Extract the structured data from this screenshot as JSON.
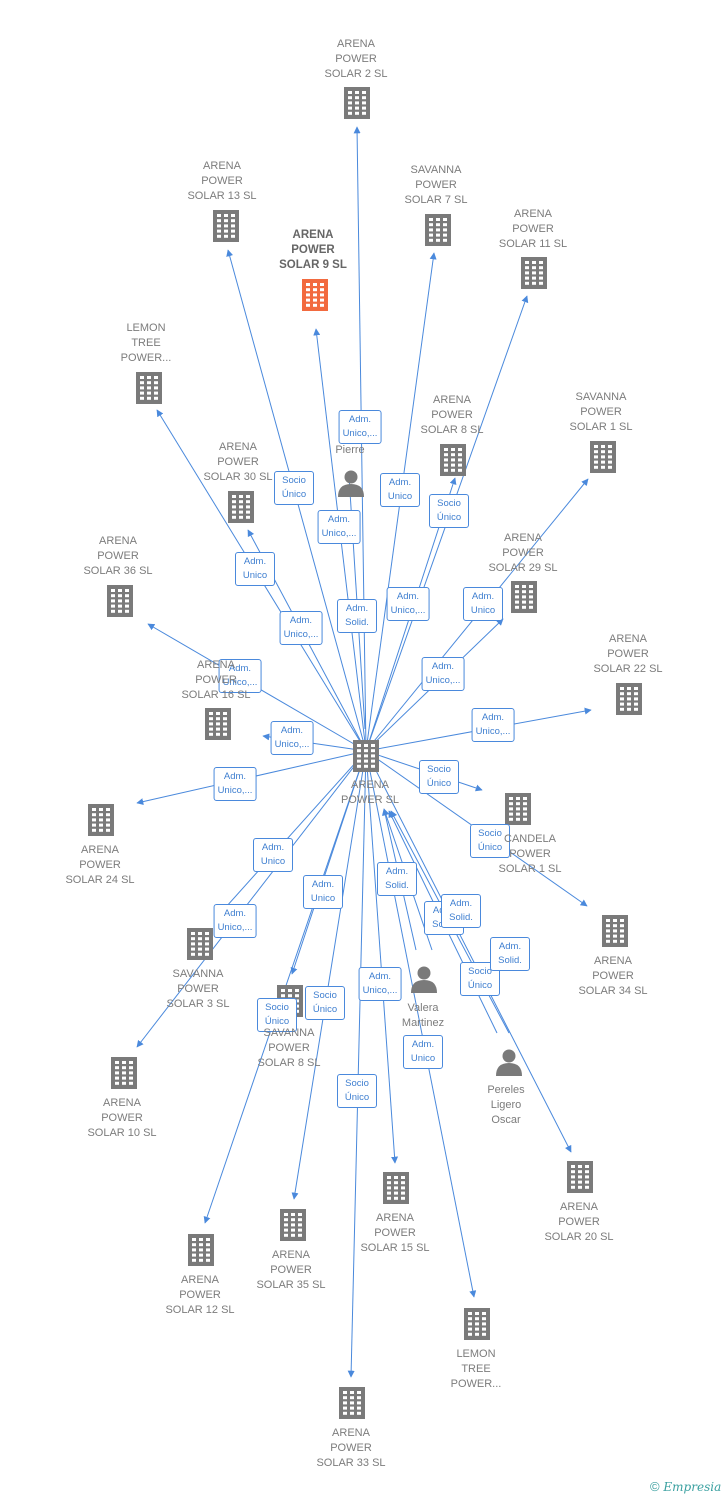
{
  "colors": {
    "edge": "#4a89dc",
    "building": "#7a7a7a",
    "highlight": "#f26a3f",
    "person": "#7a7a7a",
    "label": "#7c7c7c"
  },
  "center": {
    "label": [
      "ARENA",
      "POWER  SL"
    ],
    "icon": "building-icon"
  },
  "companies": [
    {
      "id": "c2",
      "label": [
        "ARENA",
        "POWER",
        "SOLAR 2  SL"
      ]
    },
    {
      "id": "c13",
      "label": [
        "ARENA",
        "POWER",
        "SOLAR 13  SL"
      ]
    },
    {
      "id": "s7",
      "label": [
        "SAVANNA",
        "POWER",
        "SOLAR 7  SL"
      ]
    },
    {
      "id": "c9",
      "label": [
        "ARENA",
        "POWER",
        "SOLAR 9  SL"
      ],
      "highlight": true
    },
    {
      "id": "c11",
      "label": [
        "ARENA",
        "POWER",
        "SOLAR 11  SL"
      ]
    },
    {
      "id": "lt1",
      "label": [
        "LEMON",
        "TREE",
        "POWER..."
      ]
    },
    {
      "id": "c8",
      "label": [
        "ARENA",
        "POWER",
        "SOLAR 8  SL"
      ]
    },
    {
      "id": "s1",
      "label": [
        "SAVANNA",
        "POWER",
        "SOLAR 1  SL"
      ]
    },
    {
      "id": "c30",
      "label": [
        "ARENA",
        "POWER",
        "SOLAR 30  SL"
      ]
    },
    {
      "id": "c36",
      "label": [
        "ARENA",
        "POWER",
        "SOLAR 36  SL"
      ]
    },
    {
      "id": "c29",
      "label": [
        "ARENA",
        "POWER",
        "SOLAR 29  SL"
      ]
    },
    {
      "id": "c22",
      "label": [
        "ARENA",
        "POWER",
        "SOLAR 22  SL"
      ]
    },
    {
      "id": "c16",
      "label": [
        "ARENA",
        "POWER",
        "SOLAR 16  SL"
      ]
    },
    {
      "id": "c24",
      "label": [
        "ARENA",
        "POWER",
        "SOLAR 24  SL"
      ]
    },
    {
      "id": "cd1",
      "label": [
        "CANDELA",
        "POWER",
        "SOLAR 1  SL"
      ]
    },
    {
      "id": "c34",
      "label": [
        "ARENA",
        "POWER",
        "SOLAR 34  SL"
      ]
    },
    {
      "id": "s3",
      "label": [
        "SAVANNA",
        "POWER",
        "SOLAR 3  SL"
      ]
    },
    {
      "id": "s8",
      "label": [
        "SAVANNA",
        "POWER",
        "SOLAR 8  SL"
      ]
    },
    {
      "id": "c10",
      "label": [
        "ARENA",
        "POWER",
        "SOLAR 10  SL"
      ]
    },
    {
      "id": "c12",
      "label": [
        "ARENA",
        "POWER",
        "SOLAR 12  SL"
      ]
    },
    {
      "id": "c35",
      "label": [
        "ARENA",
        "POWER",
        "SOLAR 35  SL"
      ]
    },
    {
      "id": "c15",
      "label": [
        "ARENA",
        "POWER",
        "SOLAR 15  SL"
      ]
    },
    {
      "id": "c20",
      "label": [
        "ARENA",
        "POWER",
        "SOLAR 20  SL"
      ]
    },
    {
      "id": "lt2",
      "label": [
        "LEMON",
        "TREE",
        "POWER..."
      ]
    },
    {
      "id": "c33",
      "label": [
        "ARENA",
        "POWER",
        "SOLAR 33  SL"
      ]
    }
  ],
  "persons": [
    {
      "id": "p1",
      "label": [
        "Pierre"
      ]
    },
    {
      "id": "p2",
      "label": [
        "Valera",
        "Martinez"
      ]
    },
    {
      "id": "p3",
      "label": [
        "Pereles",
        "Ligero",
        "Oscar"
      ]
    }
  ],
  "edges": [
    {
      "target": "c2",
      "label": [
        "Adm.",
        "Unico,..."
      ]
    },
    {
      "target": "c13",
      "label": [
        "Socio",
        "Único"
      ]
    },
    {
      "target": "c9",
      "label": [
        "Adm.",
        "Unico,..."
      ]
    },
    {
      "target": "s7",
      "label": [
        "Adm.",
        "Unico"
      ]
    },
    {
      "target": "c11",
      "label": [
        "Socio",
        "Único"
      ]
    },
    {
      "target": "lt1",
      "label": [
        "Adm.",
        "Unico"
      ]
    },
    {
      "target": "c30",
      "label": [
        "Adm.",
        "Unico,..."
      ]
    },
    {
      "target": "p1",
      "label": [
        "Adm.",
        "Solid."
      ],
      "inbound": true
    },
    {
      "target": "c8",
      "label": [
        "Adm.",
        "Unico,..."
      ]
    },
    {
      "target": "c29",
      "label": [
        "Adm.",
        "Unico"
      ]
    },
    {
      "target": "s1",
      "label": [
        "Adm.",
        "Unico,..."
      ]
    },
    {
      "target": "c36",
      "label": [
        "Adm.",
        "Unico,..."
      ]
    },
    {
      "target": "c16",
      "label": [
        "Adm.",
        "Unico,..."
      ]
    },
    {
      "target": "c22",
      "label": [
        "Adm.",
        "Unico,..."
      ]
    },
    {
      "target": "c24",
      "label": [
        "Adm.",
        "Unico,..."
      ]
    },
    {
      "target": "cd1",
      "label": [
        "Socio",
        "Único"
      ]
    },
    {
      "target": "c34",
      "label": [
        "Socio",
        "Único"
      ]
    },
    {
      "target": "s3",
      "label": [
        "Adm.",
        "Unico,..."
      ]
    },
    {
      "target": "c10",
      "label": [
        "Adm.",
        "Unico"
      ]
    },
    {
      "target": "s8",
      "label": [
        "Adm.",
        "Unico"
      ]
    },
    {
      "target": "p2",
      "label": [
        "Adm.",
        "Solid."
      ],
      "inbound": true
    },
    {
      "target": "p2b",
      "label": [
        "Adm.",
        "Solid."
      ],
      "inbound": true
    },
    {
      "target": "c12",
      "label": [
        "Socio",
        "Único"
      ]
    },
    {
      "target": "c35",
      "label": [
        "Socio",
        "Único"
      ]
    },
    {
      "target": "c15",
      "label": [
        "Adm.",
        "Unico,..."
      ]
    },
    {
      "target": "c33",
      "label": [
        "Socio",
        "Único"
      ]
    },
    {
      "target": "lt2",
      "label": [
        "Adm.",
        "Unico"
      ]
    },
    {
      "target": "p3",
      "label": [
        "Adm.",
        "Solid."
      ],
      "inbound": true
    },
    {
      "target": "c20",
      "label": [
        "Socio",
        "Único"
      ]
    },
    {
      "target": "p3b",
      "label": [
        "Adm.",
        "Solid."
      ],
      "inbound": true
    }
  ],
  "copyright": {
    "symbol": "©",
    "brand": "Empresia"
  }
}
